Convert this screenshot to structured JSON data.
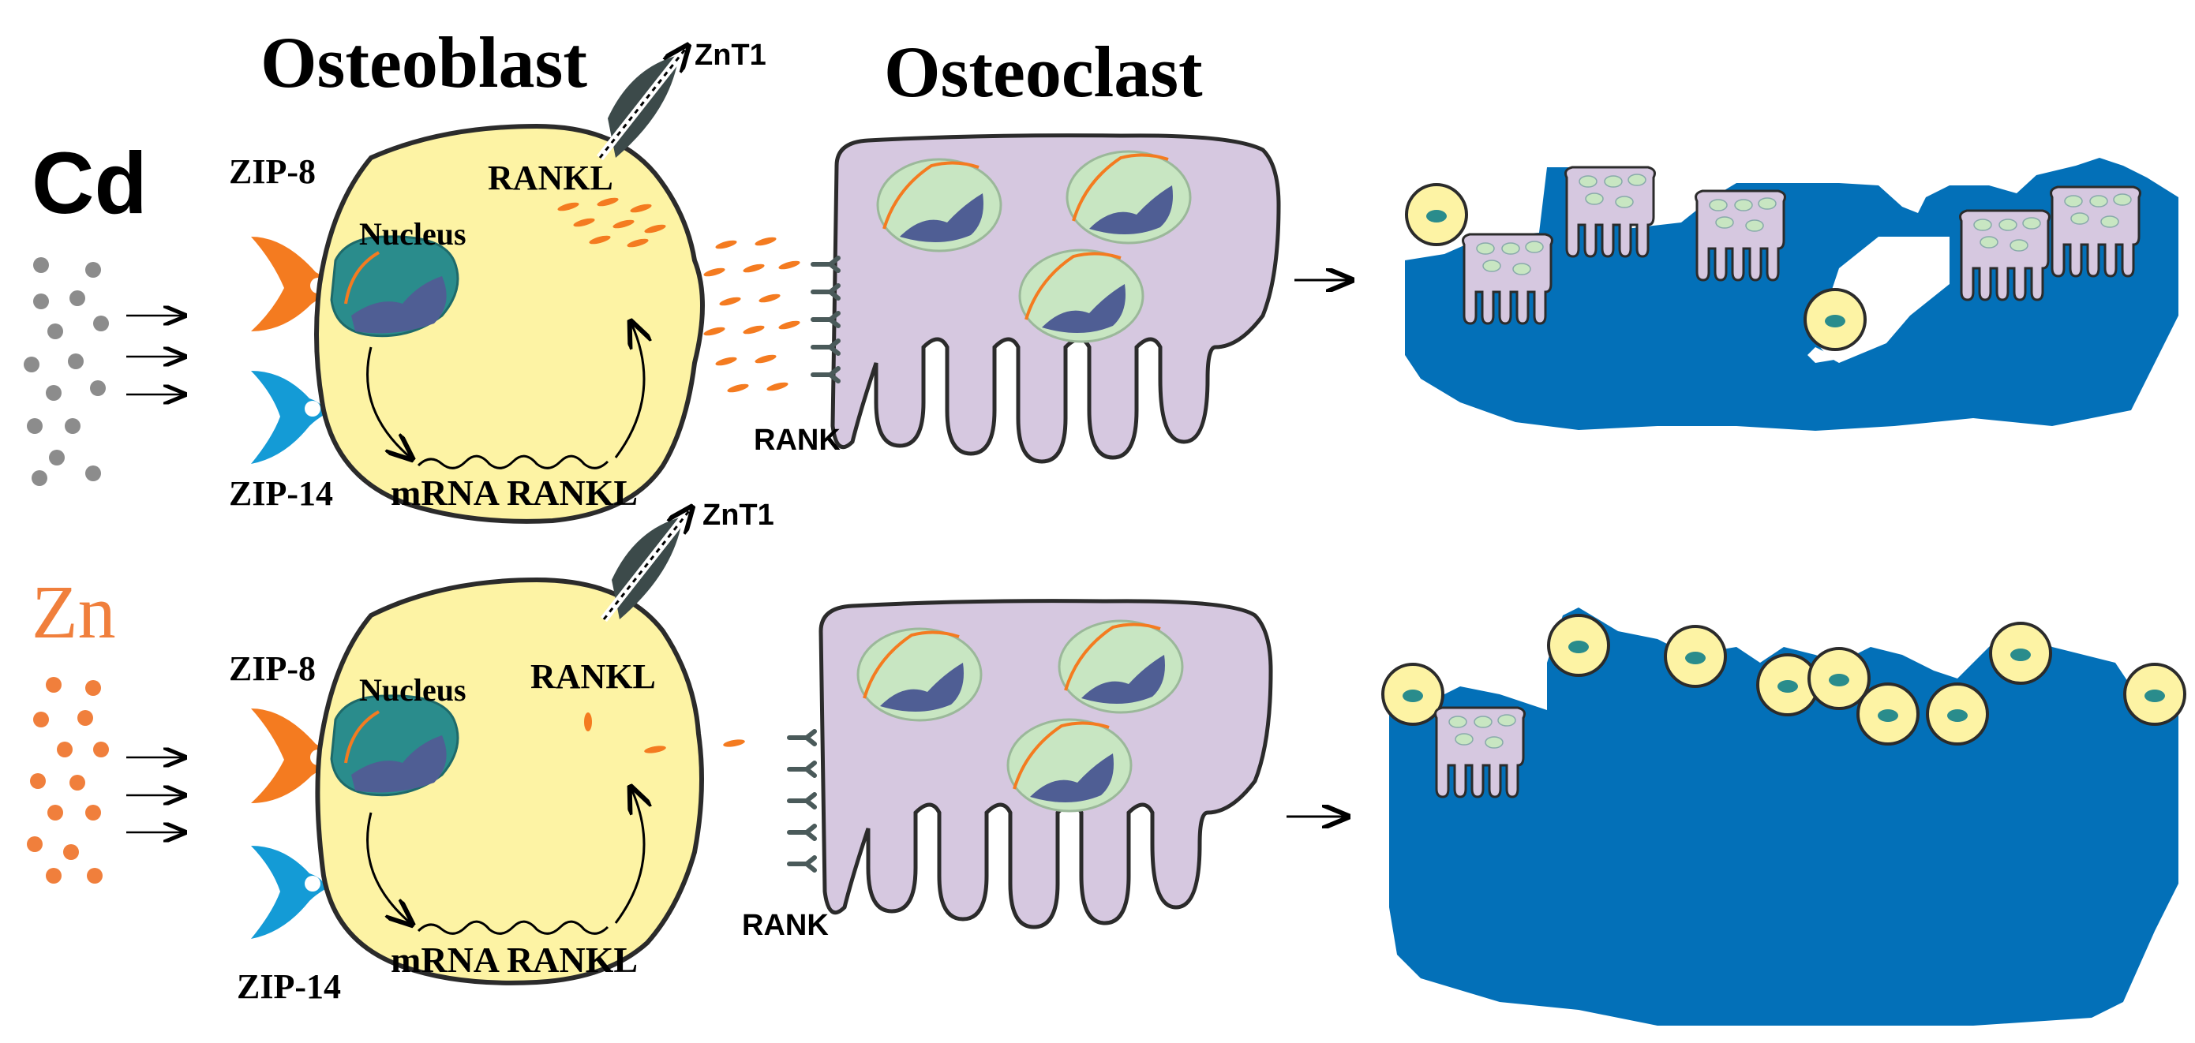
{
  "headings": {
    "osteoblast": "Osteoblast",
    "osteoclast": "Osteoclast"
  },
  "rows": [
    {
      "metal": "Cd",
      "metal_color": "#000000",
      "particle_color": "#8c8c8c",
      "labels": {
        "zip8": "ZIP-8",
        "zip14": "ZIP-14",
        "nucleus": "Nucleus",
        "rankl": "RANKL",
        "mrna": "mRNA RANKL",
        "znt1": "ZnT1",
        "rank": "RANK"
      },
      "rankl_level": "high"
    },
    {
      "metal": "Zn",
      "metal_color": "#f07f3c",
      "particle_color": "#f07f3c",
      "labels": {
        "zip8": "ZIP-8",
        "zip14": "ZIP-14",
        "nucleus": "Nucleus",
        "rankl": "RANKL",
        "mrna": "mRNA RANKL",
        "znt1": "ZnT1",
        "rank": "RANK"
      },
      "rankl_level": "low"
    }
  ],
  "colors": {
    "osteoblast_fill": "#fdf3a4",
    "osteoclast_fill": "#d6c8e0",
    "nucleus_fill": "#2a8c8c",
    "nucleus_inner": "#4f5e94",
    "osteoclast_nucleus": "#c8e6c2",
    "bone": "#0370b8",
    "zip8": "#f47b20",
    "zip14": "#149bd6",
    "znt1": "#3c4a4a",
    "rankl": "#f47b20",
    "rank": "#4a5a5a"
  }
}
